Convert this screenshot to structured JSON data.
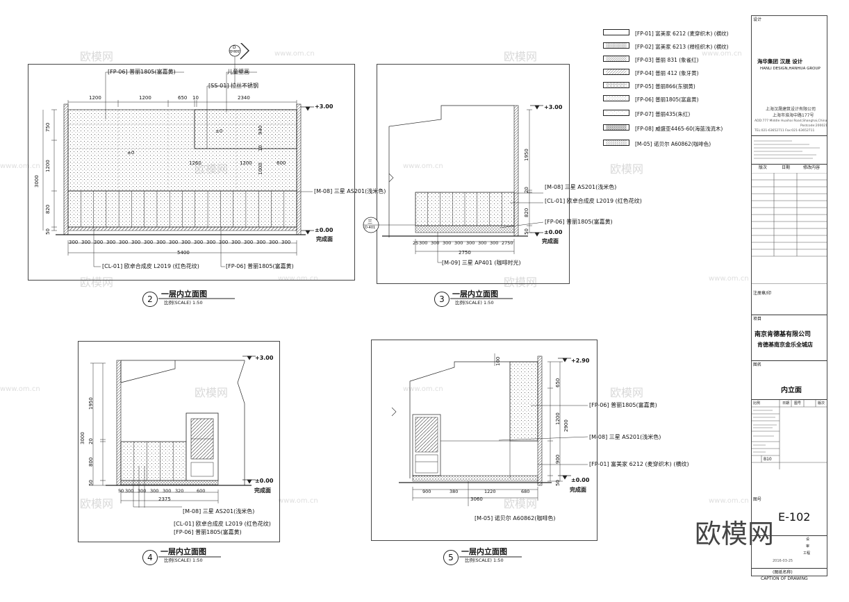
{
  "legend": [
    {
      "code": "[FP-01] 富美家 6212 (麦穿织木) (横纹)",
      "pattern": "blank"
    },
    {
      "code": "[FP-02] 富美家 6213 (榉桂织木) (横纹)",
      "pattern": "dense"
    },
    {
      "code": "[FP-03] 普丽 831 (象雀红)",
      "pattern": "cross"
    },
    {
      "code": "[FP-04] 普丽 412 (象牙黄)",
      "pattern": "hatch"
    },
    {
      "code": "[FP-05] 普丽866(东钢黄)",
      "pattern": "circles"
    },
    {
      "code": "[FP-06] 普丽1805(富嘉黄)",
      "pattern": "dots"
    },
    {
      "code": "[FP-07] 普丽435(朱红)",
      "pattern": "sparse"
    },
    {
      "code": "[FP-08] 威盛亚4465-60(海蓝浅流木)",
      "pattern": "grid"
    },
    {
      "code": "[M-05] 诺贝尔 A60862(咖啡色)",
      "pattern": "speckle"
    }
  ],
  "title_block": {
    "design_label": "设计",
    "company_cn": "海华集团 汉晟 设计",
    "company_en": "HANLI DESIGN,HANHUA GROUP",
    "address_lines": [
      "上海汉晟建筑设计有限公司",
      "上海市淮海中路177号",
      "ADD:777 Middle Huaihai Road,Shanghai,China",
      "Postcode:200021",
      "TEL:021-63652711 Fax:021-63652711"
    ],
    "note_header_cols": [
      "版次",
      "日期",
      "修改内容"
    ],
    "seal_label": "注册章/印",
    "project_label": "项目",
    "client": "南京肯德基有限公司",
    "project": "肯德基南京金乐全城店",
    "drawing_label": "图名",
    "drawing_title": "内立面",
    "meta_headers": [
      "比例",
      "日期",
      "图号",
      "版次"
    ],
    "meta_value": "B10",
    "drawing_no_label": "图号",
    "drawing_no": "E-102",
    "row_label_a": "设",
    "row_label_b": "审",
    "row_label_c": "工程",
    "date": "2016-03-25",
    "caption_cn": "(图纸名称)",
    "caption_en": "CAPTION OF DRAWING"
  },
  "watermarks": {
    "brand": "欧模网",
    "url": "www.om.cn",
    "big": "欧模网"
  },
  "views": {
    "v2": {
      "title_num": "2",
      "title": "一层内立面图",
      "scale": "比例(SCALE) 1:50",
      "top_dims": [
        "1200",
        "1200",
        "650",
        "10",
        "2340"
      ],
      "notes_top": [
        "[FP-06] 普丽1805(富嘉黄)",
        "儿童壁画",
        "[SS-01] 拉丝不锈钢"
      ],
      "level_top": "+3.00",
      "level_bottom": "±0.00",
      "finish": "完成面",
      "pm0_a": "±0",
      "pm0_b": "±0",
      "vert_dims": [
        "750",
        "1200",
        "820",
        "50",
        "3000"
      ],
      "mid_dims": [
        "1260",
        "1200",
        "600",
        "940",
        "1000",
        "10"
      ],
      "bottom_dims": [
        "300",
        "300",
        "300",
        "300",
        "300",
        "300",
        "300",
        "300",
        "300",
        "300",
        "300",
        "300",
        "300",
        "300",
        "300",
        "300",
        "300",
        "300"
      ],
      "total": "5400",
      "right_note": "[M-08] 三星 AS201(浅米色)",
      "notes_bottom": [
        "[CL-01] 欧卓合成皮 L2019 (红色花纹)",
        "[FP-06] 普丽1805(富嘉黄)"
      ],
      "callout_top": "D",
      "callout_bot": "D-401"
    },
    "v3": {
      "title_num": "3",
      "title": "一层内立面图",
      "scale": "比例(SCALE) 1:50",
      "level_top": "+3.00",
      "level_bottom": "±0.00",
      "finish": "完成面",
      "vert_dims": [
        "1950",
        "20",
        "820",
        "50"
      ],
      "notes_right": [
        "[M-08] 三星 AS201(浅米色)",
        "[CL-01] 欧卓合成皮 L2019 (红色花纹)",
        "[FP-06] 普丽1805(富嘉黄)"
      ],
      "bottom_dims": [
        "25",
        "300",
        "300",
        "300",
        "300",
        "300",
        "300",
        "300",
        "2750"
      ],
      "total": "2750",
      "bottom_note": "[M-09] 三星 AP401 (咖啡时光)",
      "callout_top": "三",
      "callout_bot": "D-401"
    },
    "v4": {
      "title_num": "4",
      "title": "一层内立面图",
      "scale": "比例(SCALE) 1:50",
      "level_top": "+3.00",
      "level_bottom": "±0.00",
      "finish": "完成面",
      "vert_dims": [
        "1950",
        "20",
        "800",
        "50",
        "3000"
      ],
      "bottom_dims": [
        "50",
        "300",
        "300",
        "300",
        "300",
        "320",
        "600"
      ],
      "total": "2375",
      "notes": [
        "[M-08] 三星 AS201(浅米色)",
        "[CL-01] 欧卓合成皮 L2019 (红色花纹)",
        "[FP-06] 普丽1805(富嘉黄)"
      ]
    },
    "v5": {
      "title_num": "5",
      "title": "一层内立面图",
      "scale": "比例(SCALE) 1:50",
      "level_top": "+2.90",
      "level_bottom": "±0.00",
      "finish": "完成面",
      "vert_dims": [
        "650",
        "1200",
        "2900",
        "900",
        "50"
      ],
      "top_dim": "100",
      "notes_right": [
        "[FP-06] 普丽1805(富嘉黄)",
        "[M-08] 三星 AS201(浅米色)",
        "[FP-01] 富美家 6212 (麦穿织木) (横纹)"
      ],
      "bottom_dims": [
        "900",
        "380",
        "1220",
        "680"
      ],
      "total": "3060",
      "bottom_note": "[M-05] 诺贝尔 A60862(咖啡色)"
    }
  }
}
